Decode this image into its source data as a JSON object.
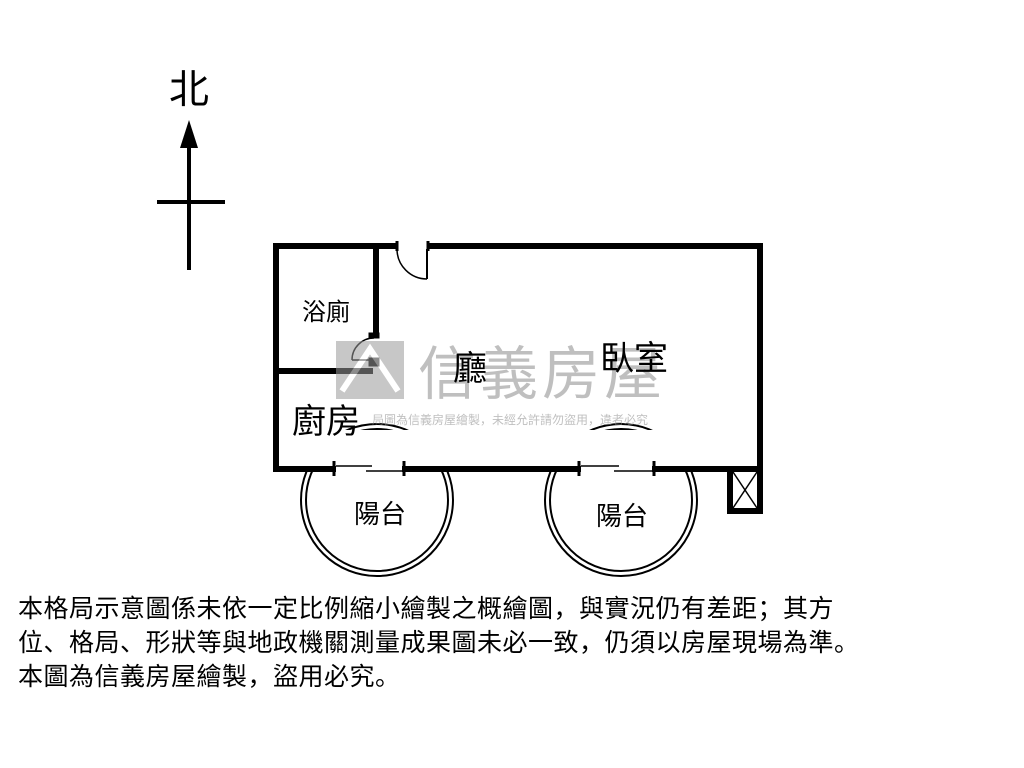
{
  "compass": {
    "label": "北"
  },
  "rooms": {
    "bathroom": "浴廁",
    "living": "廳",
    "bedroom": "臥室",
    "kitchen": "廚房",
    "balcony_left": "陽台",
    "balcony_right": "陽台"
  },
  "watermark": {
    "brand": "信義房屋",
    "notice": "局圖為信義房屋繪製，未經允許請勿盜用，違者必究"
  },
  "disclaimer": {
    "line1": "本格局示意圖係未依一定比例縮小繪製之概繪圖，與實況仍有差距；其方",
    "line2": "位、格局、形狀等與地政機關測量成果圖未必一致，仍須以房屋現場為準。",
    "line3": "本圖為信義房屋繪製，盜用必究。"
  },
  "colors": {
    "wall": "#000000",
    "watermark": "#c8c8c8"
  }
}
